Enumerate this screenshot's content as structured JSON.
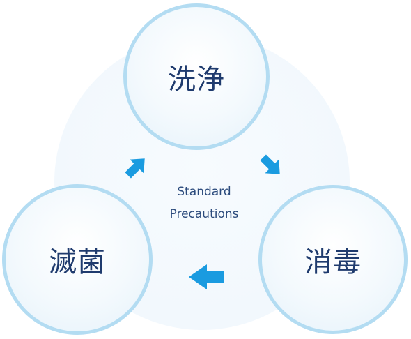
{
  "diagram": {
    "center_label_line1": "Standard",
    "center_label_line2": "Precautions",
    "nodes": {
      "top": "洗浄",
      "right": "消毒",
      "left": "滅菌"
    },
    "colors": {
      "node_border": "#b3dcf2",
      "node_text": "#1f3b6e",
      "arrow": "#1a9be0",
      "background_disc": "#f2f8fd"
    },
    "icons": [
      "arrow-down-right-icon",
      "arrow-left-icon",
      "arrow-up-right-icon"
    ]
  }
}
